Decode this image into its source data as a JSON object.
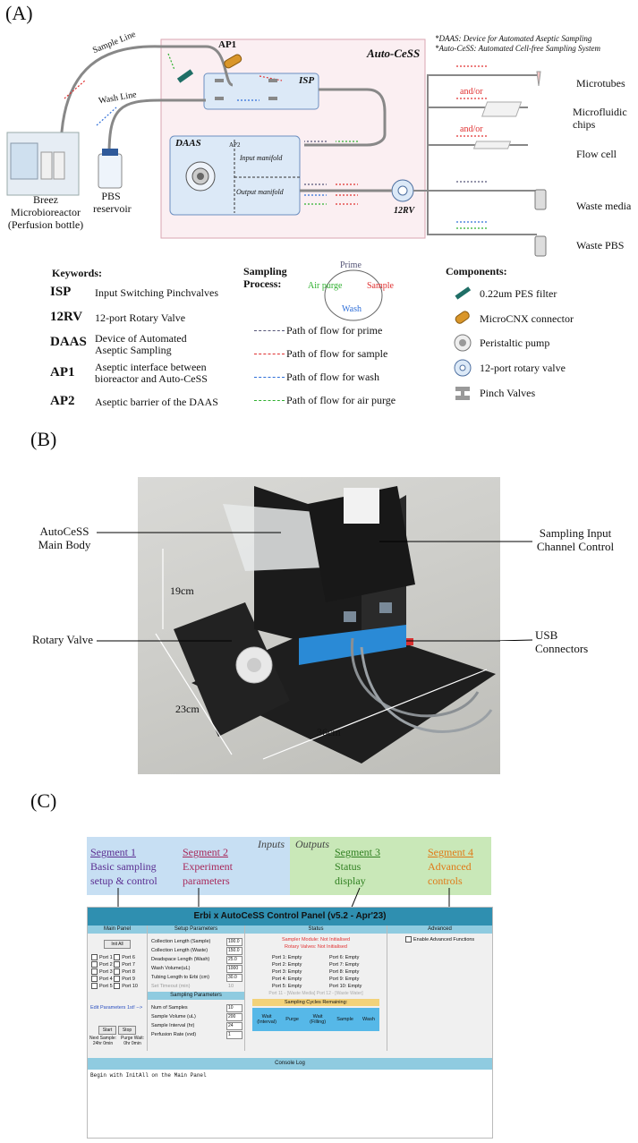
{
  "panels": {
    "a": "(A)",
    "b": "(B)",
    "c": "(C)"
  },
  "section_a": {
    "notes": [
      "*DAAS: Device for Automated Aseptic Sampling",
      "*Auto-CeSS: Automated Cell-free Sampling System"
    ],
    "box_title": "Auto-CeSS",
    "isp_label": "ISP",
    "ap1_label": "AP1",
    "ap2_label": "AP2",
    "daas_label": "DAAS",
    "input_manifold": "Input manifold",
    "output_manifold": "Output manifold",
    "rv_label": "12RV",
    "sample_line": "Sample Line",
    "wash_line": "Wash Line",
    "bioreactor": [
      "Breez",
      "Microbioreactor",
      "(Perfusion bottle)"
    ],
    "reservoir": [
      "PBS",
      "reservoir"
    ],
    "and_or": "and/or",
    "outputs": [
      {
        "label": "Microtubes"
      },
      {
        "label": "Microfluidic chips"
      },
      {
        "label": "Flow cell"
      },
      {
        "label": "Waste media"
      },
      {
        "label": "Waste PBS"
      }
    ],
    "keywords_title": "Keywords:",
    "keywords": [
      {
        "term": "ISP",
        "desc": "Input Switching Pinchvalves"
      },
      {
        "term": "12RV",
        "desc": "12-port Rotary Valve"
      },
      {
        "term": "DAAS",
        "desc": "Device of Automated Aseptic Sampling"
      },
      {
        "term": "AP1",
        "desc": "Aseptic interface between bioreactor and Auto-CeSS"
      },
      {
        "term": "AP2",
        "desc": "Aseptic barrier of the DAAS"
      }
    ],
    "process_title": "Sampling Process:",
    "cycle": {
      "prime": "Prime",
      "sample": "Sample",
      "wash": "Wash",
      "air": "Air purge"
    },
    "paths": [
      {
        "label": "Path of flow for prime",
        "color": "#555577"
      },
      {
        "label": "Path of flow for sample",
        "color": "#e03030"
      },
      {
        "label": "Path of flow for wash",
        "color": "#2f6fd8"
      },
      {
        "label": "Path of flow for air purge",
        "color": "#2fb02f"
      }
    ],
    "components_title": "Components:",
    "components": [
      {
        "label": "0.22um PES filter",
        "icon": "filter-icon"
      },
      {
        "label": "MicroCNX connector",
        "icon": "connector-icon"
      },
      {
        "label": "Peristaltic pump",
        "icon": "pump-icon"
      },
      {
        "label": "12-port rotary valve",
        "icon": "rotary-valve-icon"
      },
      {
        "label": "Pinch Valves",
        "icon": "pinch-valve-icon"
      }
    ]
  },
  "section_b": {
    "labels": {
      "main_body": [
        "AutoCeSS",
        "Main Body"
      ],
      "rotary_valve": "Rotary Valve",
      "sampling_input": [
        "Sampling Input",
        "Channel Control"
      ],
      "usb": [
        "USB",
        "Connectors"
      ]
    },
    "dims": {
      "height": "19cm",
      "depth": "23cm",
      "width": "36cm"
    }
  },
  "section_c": {
    "segments": [
      {
        "title": "Segment 1",
        "lines": [
          "Basic sampling",
          "setup & control"
        ],
        "color": "#5a2d91"
      },
      {
        "title": "Segment 2",
        "lines": [
          "Experiment",
          "parameters"
        ],
        "color": "#a8285a"
      },
      {
        "title": "Segment 3",
        "lines": [
          "Status",
          "display"
        ],
        "color": "#2f7f20"
      },
      {
        "title": "Segment 4",
        "lines": [
          "Advanced",
          "controls"
        ],
        "color": "#e07a18"
      }
    ],
    "inputs_label": "Inputs",
    "outputs_label": "Outputs",
    "window_title": "Erbi x AutoCeSS Control Panel (v5.2 - Apr'23)",
    "main_panel": {
      "header": "Main Panel",
      "init_button": "Init All",
      "ports": [
        "Port 1",
        "Port 6",
        "Port 2",
        "Port 7",
        "Port 3",
        "Port 8",
        "Port 4",
        "Port 9",
        "Port 5",
        "Port 10"
      ],
      "edit_link": "Edit Parameters 1st! -->",
      "start": "Start",
      "stop": "Stop",
      "next_sample_label": "Next Sample:",
      "next_sample_value": "24hr 0min",
      "purge_wait_label": "Purge Wait:",
      "purge_wait_value": "0hr 0min"
    },
    "setup": {
      "header": "Setup Parameters",
      "rows": [
        {
          "label": "Collection Length (Sample)",
          "value": "100.0"
        },
        {
          "label": "Collection Length (Waste)",
          "value": "150.0"
        },
        {
          "label": "Deadspace Length (Wash)",
          "value": "25.0"
        },
        {
          "label": "Wash Volume(uL)",
          "value": "1000"
        },
        {
          "label": "Tubing Length to Erbi (cm)",
          "value": "30.0"
        },
        {
          "label": "Set Timeout (min)",
          "value": "10"
        }
      ],
      "sampling_header": "Sampling Parameters",
      "sampling_rows": [
        {
          "label": "Num of Samples",
          "value": "10"
        },
        {
          "label": "Sample Volume (uL)",
          "value": "200"
        },
        {
          "label": "Sample Interval (hr)",
          "value": "24"
        },
        {
          "label": "Perfusion Rate (vvd)",
          "value": "1"
        }
      ]
    },
    "status": {
      "header": "Status",
      "sampler_status": "Sampler Module: Not Initialised",
      "rotary_status": "Rotary Valves: Not Initialised",
      "ports_left": [
        "Port 1: Empty",
        "Port 2: Empty",
        "Port 3: Empty",
        "Port 4: Empty",
        "Port 5: Empty"
      ],
      "ports_right": [
        "Port 6: Empty",
        "Port 7: Empty",
        "Port 8: Empty",
        "Port 9: Empty",
        "Port 10: Empty"
      ],
      "waste_line": "Port 11 - [Waste Media] Port 12 - [Waste Water]",
      "cycles_label": "Sampling Cycles Remaining:",
      "cycle_steps": [
        "Wait (Interval)",
        "Purge",
        "Wait (Filling)",
        "Sample",
        "Wash"
      ]
    },
    "advanced": {
      "header": "Advanced",
      "enable_label": "Enable Advanced Functions"
    },
    "console": {
      "header": "Console Log",
      "text": "Begin with InitAll on the Main Panel"
    }
  }
}
